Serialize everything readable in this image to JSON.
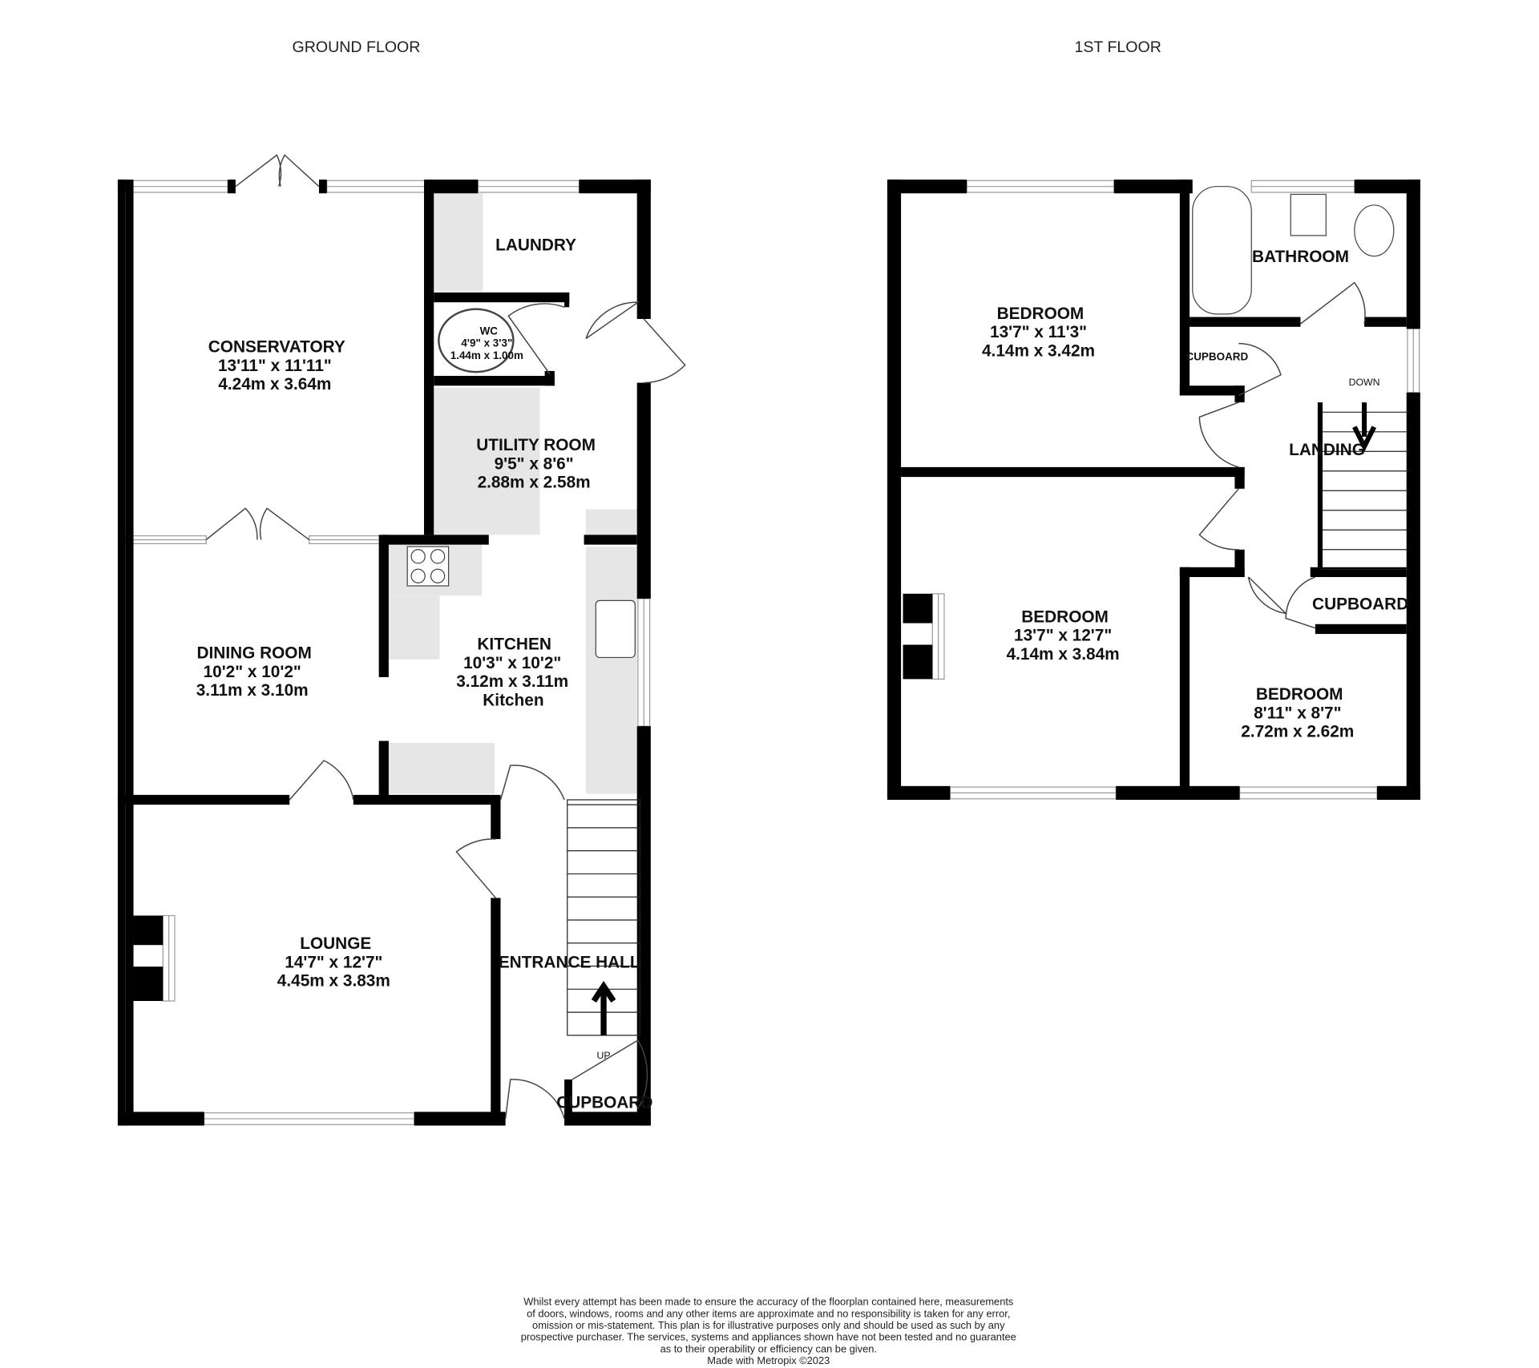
{
  "ground_floor": {
    "title": "GROUND FLOOR",
    "rooms": {
      "conservatory": {
        "name": "CONSERVATORY",
        "imperial": "13'11\"  x 11'11\"",
        "metric": "4.24m  x 3.64m"
      },
      "laundry": {
        "name": "LAUNDRY"
      },
      "wc": {
        "name": "WC",
        "imperial": "4'9\"  x 3'3\"",
        "metric": "1.44m  x 1.00m"
      },
      "utility": {
        "name": "UTILITY ROOM",
        "imperial": "9'5\"  x 8'6\"",
        "metric": "2.88m  x 2.58m"
      },
      "dining": {
        "name": "DINING ROOM",
        "imperial": "10'2\"  x 10'2\"",
        "metric": "3.11m  x 3.10m"
      },
      "kitchen": {
        "name": "KITCHEN",
        "imperial": "10'3\"  x 10'2\"",
        "metric": "3.12m  x 3.11m",
        "extra": "Kitchen"
      },
      "lounge": {
        "name": "LOUNGE",
        "imperial": "14'7\"  x 12'7\"",
        "metric": "4.45m  x 3.83m"
      },
      "entrance": {
        "name": "ENTRANCE HALL"
      },
      "cupboard": {
        "name": "CUPBOARD"
      },
      "stairs_label": "UP"
    }
  },
  "first_floor": {
    "title": "1ST FLOOR",
    "rooms": {
      "bedroom1": {
        "name": "BEDROOM",
        "imperial": "13'7\"  x 11'3\"",
        "metric": "4.14m  x 3.42m"
      },
      "bathroom": {
        "name": "BATHROOM"
      },
      "cupboard_small": {
        "name": "CUPBOARD"
      },
      "landing": {
        "name": "LANDING"
      },
      "stairs_label": "DOWN",
      "bedroom2": {
        "name": "BEDROOM",
        "imperial": "13'7\"  x 12'7\"",
        "metric": "4.14m  x 3.84m"
      },
      "cupboard": {
        "name": "CUPBOARD"
      },
      "bedroom3": {
        "name": "BEDROOM",
        "imperial": "8'11\"  x 8'7\"",
        "metric": "2.72m  x 2.62m"
      }
    }
  },
  "disclaimer": [
    "Whilst every attempt has been made to ensure the accuracy of the floorplan contained here, measurements",
    "of doors, windows, rooms and any other items are approximate and no responsibility is taken for any error,",
    "omission or mis-statement. This plan is for illustrative purposes only and should be used as such by any",
    "prospective purchaser. The services, systems and appliances shown have not been tested and no guarantee",
    "as to their operability or efficiency can be given.",
    "Made with Metropix ©2023"
  ],
  "colors": {
    "wall": "#000000",
    "fitting": "#e6e6e6",
    "window": "#9a9a9a"
  }
}
